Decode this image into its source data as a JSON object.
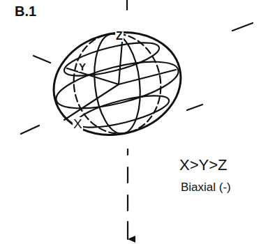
{
  "diagram": {
    "labels": [
      "B.1",
      "Z",
      "Y",
      "X",
      "X>Y>Z",
      "Biaxial (-)"
    ]
  }
}
